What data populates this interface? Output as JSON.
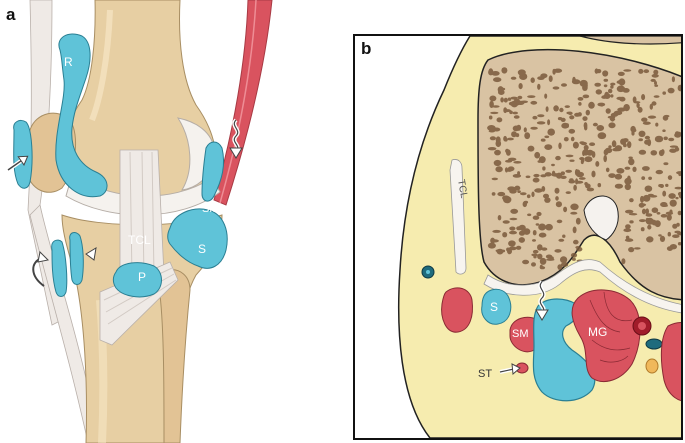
{
  "panels": {
    "a": {
      "letter": "a",
      "labels": {
        "r": "R",
        "tcl": "TCL",
        "p": "P",
        "sm": "SM",
        "s": "S"
      }
    },
    "b": {
      "letter": "b",
      "labels": {
        "tcl": "TCL",
        "s": "S",
        "sm": "SM",
        "mg": "MG",
        "st": "ST"
      }
    }
  },
  "colors": {
    "bursa": "#5fc3d8",
    "bone": "#e7cfa3",
    "ligament": "#efeae6",
    "muscle": "#d9535f",
    "fat": "#f6ecaf",
    "cancellous": "#d9c3a3",
    "outline": "#222222"
  }
}
